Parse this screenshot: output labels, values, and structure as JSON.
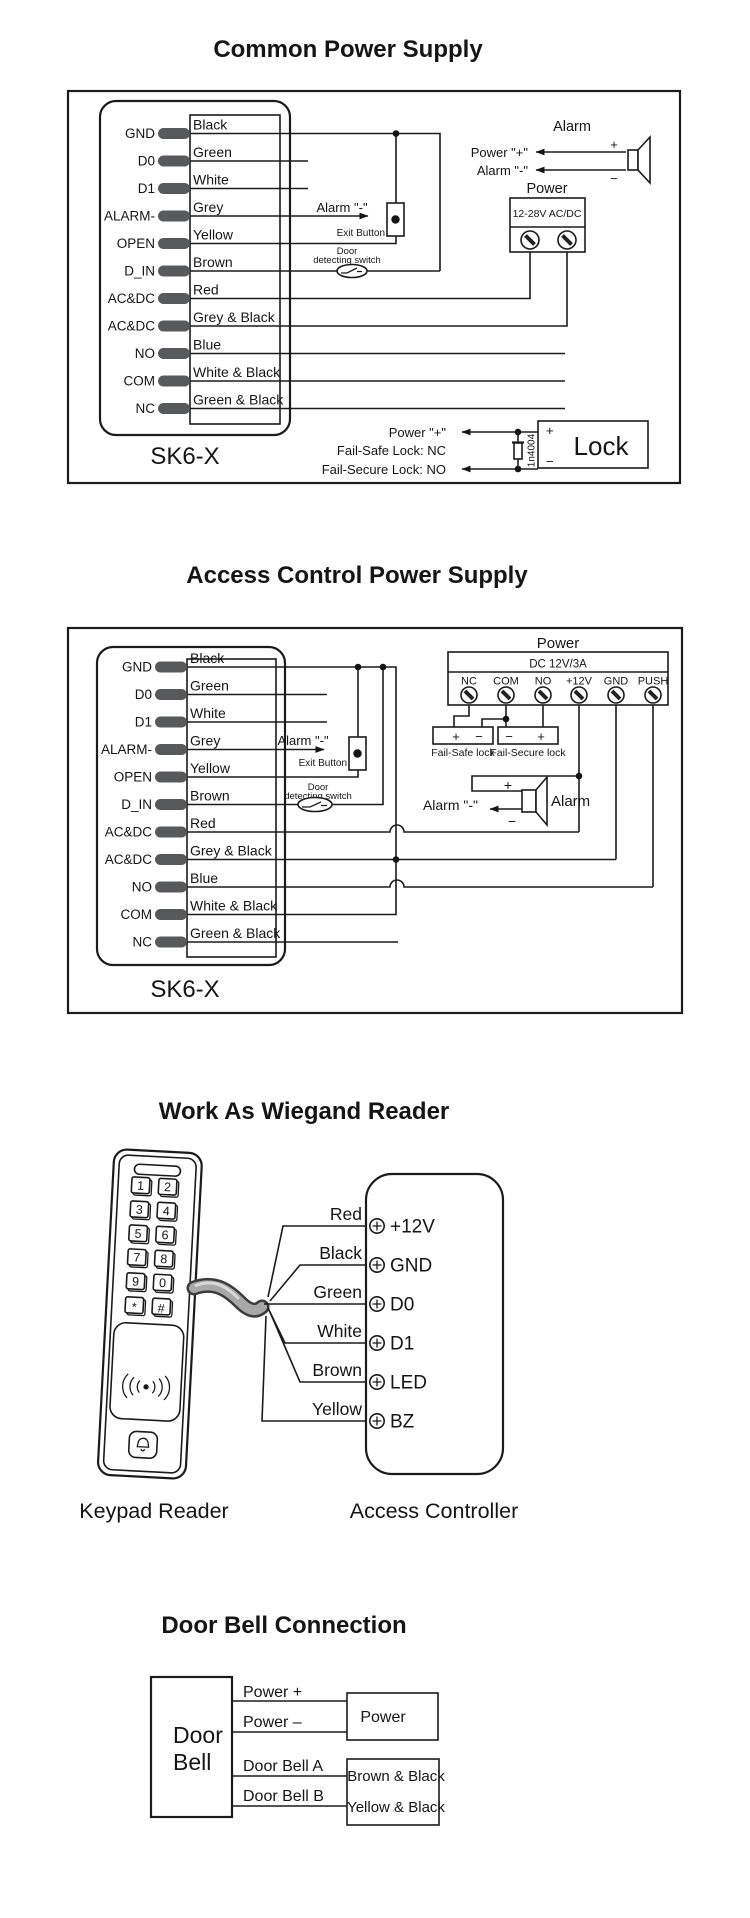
{
  "colors": {
    "ink": "#1b1b1b",
    "terminal_fill": "#58595b",
    "cable_gray": "#a8a8a8"
  },
  "sections": {
    "s1": {
      "title": "Common Power Supply",
      "device": "SK6-X",
      "terminals": [
        "GND",
        "D0",
        "D1",
        "ALARM-",
        "OPEN",
        "D_IN",
        "AC&DC",
        "AC&DC",
        "NO",
        "COM",
        "NC"
      ],
      "wires": [
        "Black",
        "Green",
        "White",
        "Grey",
        "Yellow",
        "Brown",
        "Red",
        "Grey & Black",
        "Blue",
        "White & Black",
        "Green & Black"
      ],
      "alarm_label": "Alarm",
      "speaker_plus": "+",
      "speaker_minus": "−",
      "power_plus": "Power \"+\"",
      "alarm_minus": "Alarm \"-\"",
      "power_label": "Power",
      "power_spec": "12-28V AC/DC",
      "alarm_wire": "Alarm \"-\"",
      "exit_button": "Exit Button",
      "door_line1": "Door",
      "door_line2": "detecting switch",
      "lock_power": "Power \"+\"",
      "lock_failsafe": "Fail-Safe Lock: NC",
      "lock_failsecure": "Fail-Secure Lock: NO",
      "diode": "1n4004",
      "lock_label": "Lock",
      "lock_plus": "+",
      "lock_minus": "−"
    },
    "s2": {
      "title": "Access Control Power Supply",
      "device": "SK6-X",
      "terminals": [
        "GND",
        "D0",
        "D1",
        "ALARM-",
        "OPEN",
        "D_IN",
        "AC&DC",
        "AC&DC",
        "NO",
        "COM",
        "NC"
      ],
      "wires": [
        "Black",
        "Green",
        "White",
        "Grey",
        "Yellow",
        "Brown",
        "Red",
        "Grey & Black",
        "Blue",
        "White & Black",
        "Green & Black"
      ],
      "power_label": "Power",
      "power_spec": "DC 12V/3A",
      "power_terminals": [
        "NC",
        "COM",
        "NO",
        "+12V",
        "GND",
        "PUSH"
      ],
      "failsafe_plus": "+",
      "failsafe_minus": "−",
      "failsafe_label": "Fail-Safe lock",
      "failsecure_minus": "−",
      "failsecure_plus": "+",
      "failsecure_label": "Fail-Secure lock",
      "alarm_label": "Alarm",
      "speaker_plus": "+",
      "speaker_minus": "−",
      "alarm_wire": "Alarm \"-\"",
      "exit_button": "Exit Button",
      "door_line1": "Door",
      "door_line2": "detecting switch"
    },
    "s3": {
      "title": "Work As Wiegand Reader",
      "keys": [
        "1",
        "2",
        "3",
        "4",
        "5",
        "6",
        "7",
        "8",
        "9",
        "0",
        "*",
        "#"
      ],
      "wires": [
        "Red",
        "Black",
        "Green",
        "White",
        "Brown",
        "Yellow"
      ],
      "terminals": [
        "+12V",
        "GND",
        "D0",
        "D1",
        "LED",
        "BZ"
      ],
      "keypad_caption": "Keypad Reader",
      "controller_caption": "Access Controller"
    },
    "s4": {
      "title": "Door Bell Connection",
      "bell_line1": "Door",
      "bell_line2": "Bell",
      "labels": [
        "Power +",
        "Power –",
        "Door Bell A",
        "Door Bell B"
      ],
      "power_box": "Power",
      "wire1": "Brown & Black",
      "wire2": "Yellow & Black"
    }
  }
}
